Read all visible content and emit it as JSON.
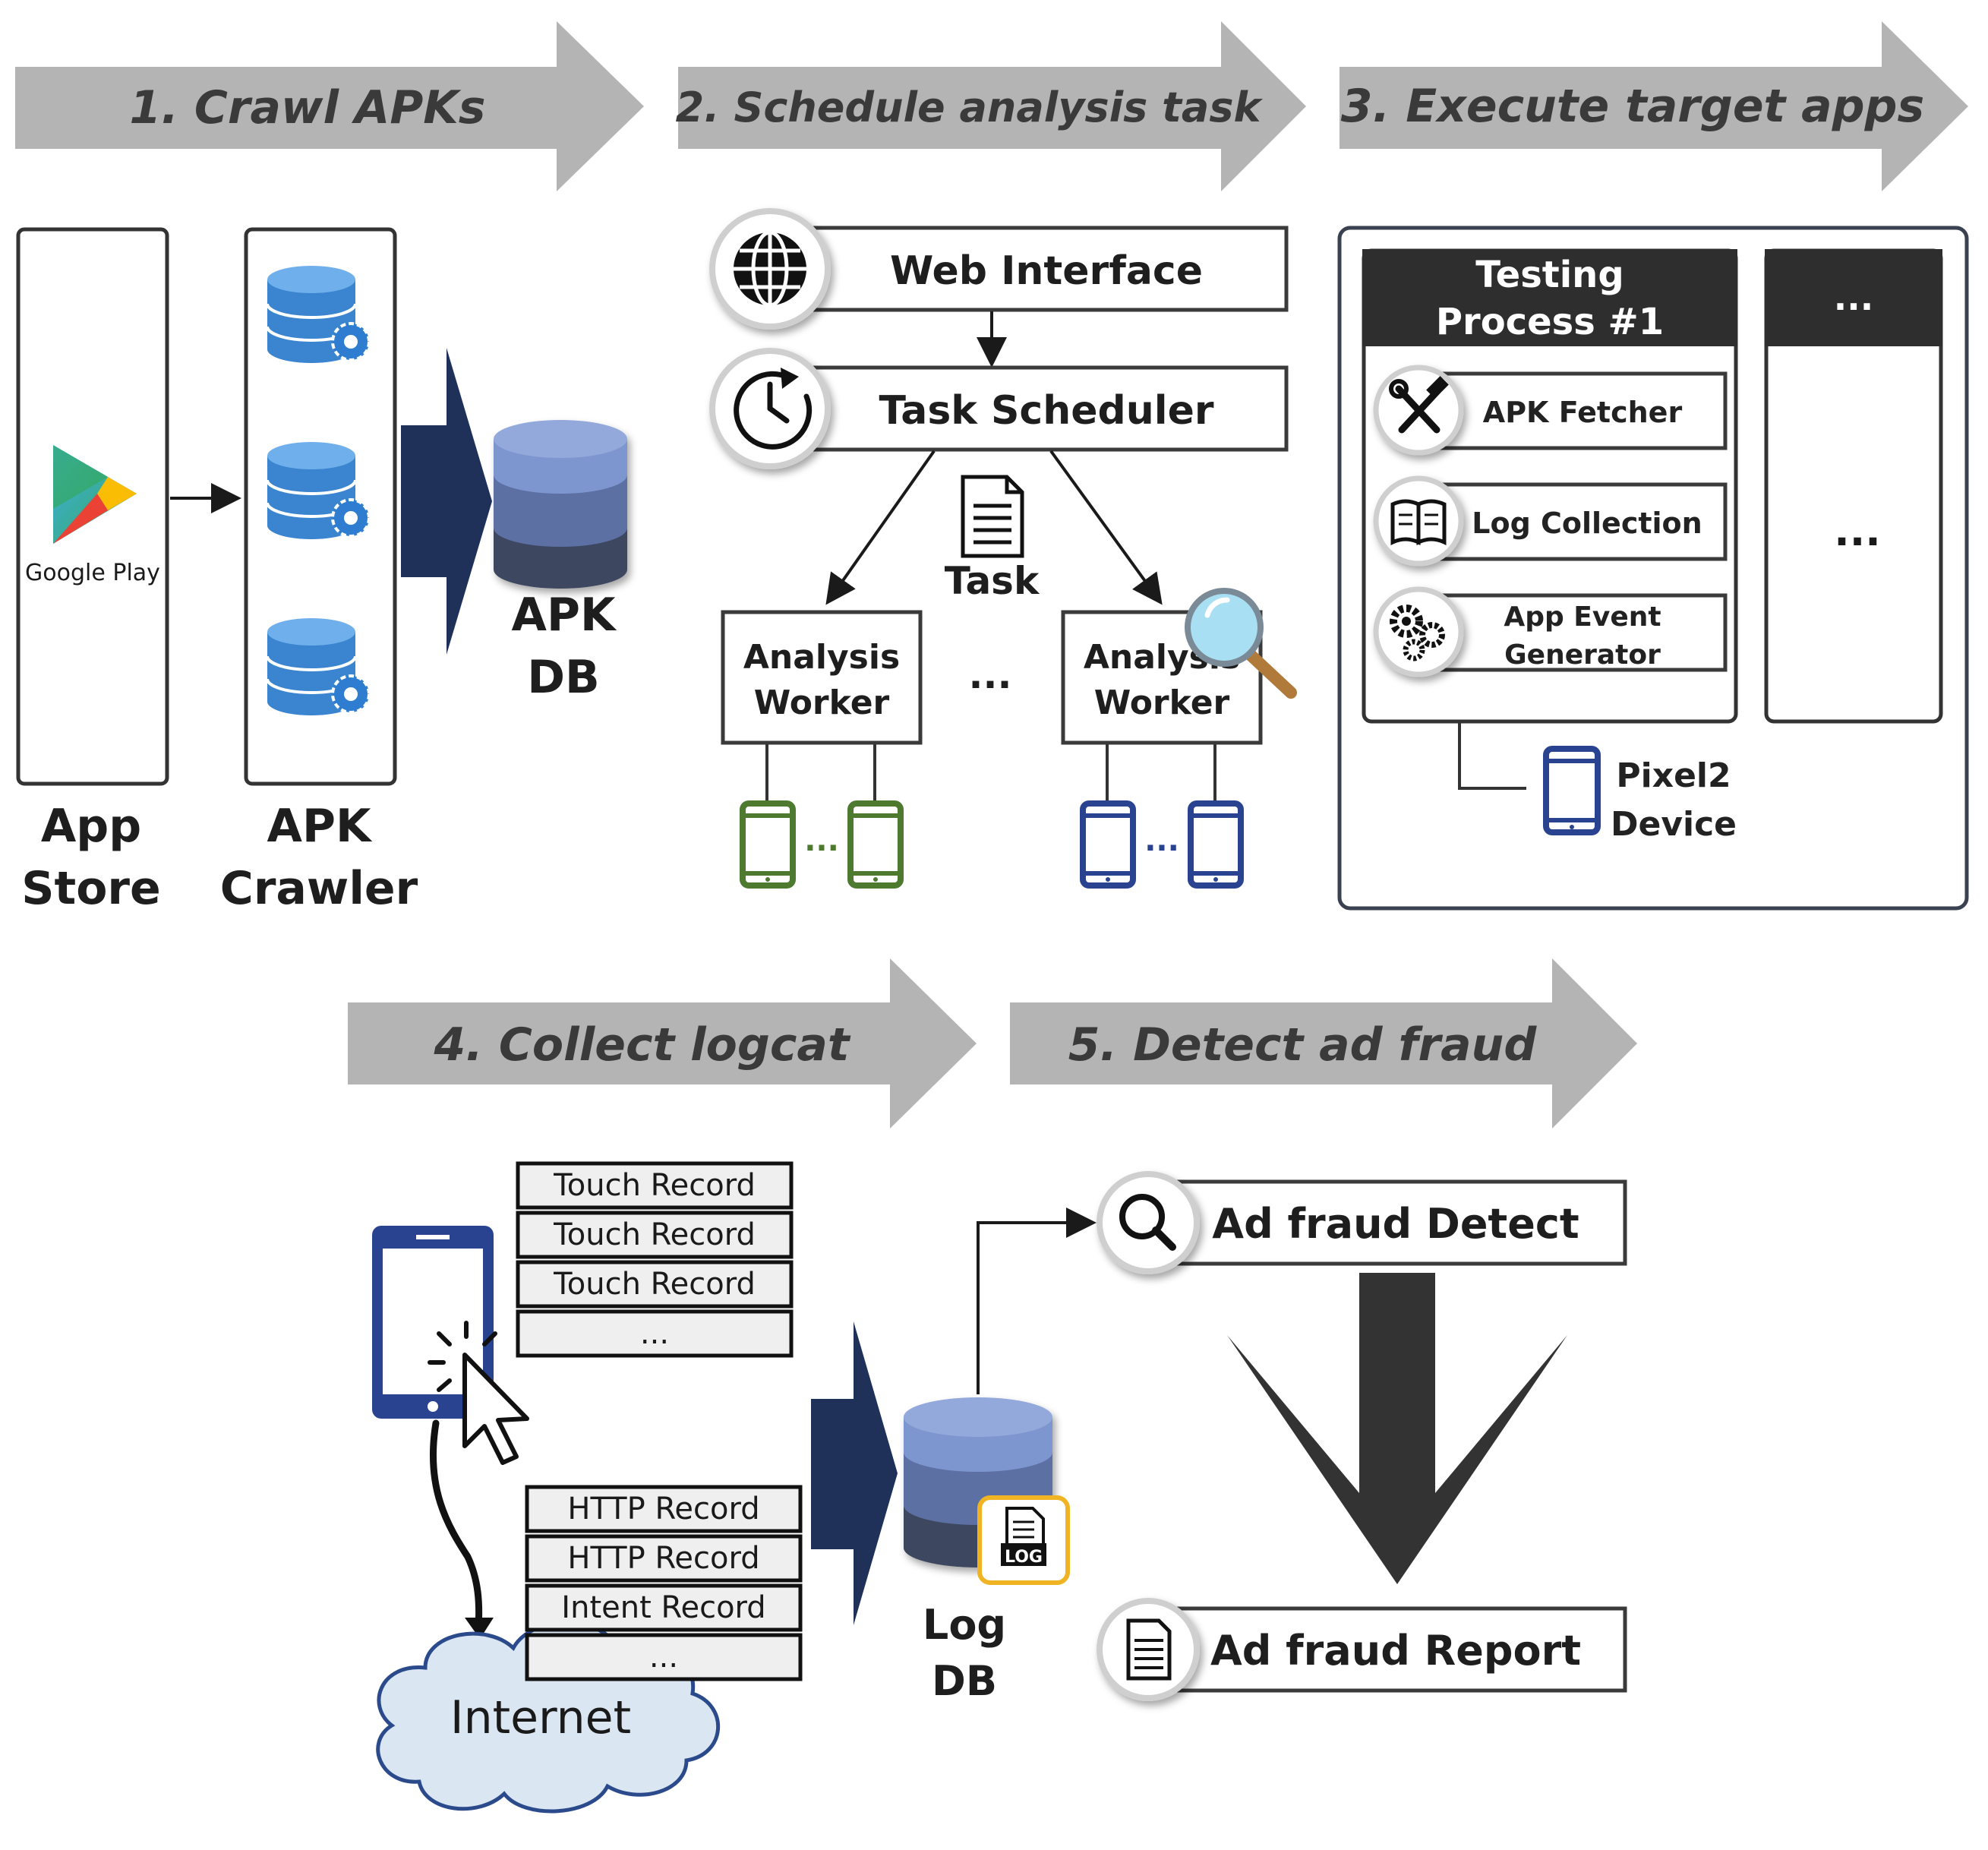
{
  "colors": {
    "step_arrow": "#b4b4b4",
    "navy": "#1f3158",
    "db_light": "#7e96cf",
    "db_mid": "#5b6fa3",
    "db_dark": "#3c465e",
    "android_green": "#4e7a30",
    "android_blue": "#2a4391",
    "dark_header": "#2e2e2e",
    "cloud_fill": "#dbe6f3",
    "cloud_stroke": "#2b4a8c",
    "log_badge": "#f0b323"
  },
  "steps": {
    "s1": "1. Crawl APKs",
    "s2": "2. Schedule analysis task",
    "s3": "3. Execute target apps",
    "s4": "4. Collect logcat",
    "s5": "5. Detect ad fraud"
  },
  "crawl": {
    "google_play": "Google Play",
    "app_store": [
      "App",
      "Store"
    ],
    "apk_crawler": [
      "APK",
      "Crawler"
    ],
    "apk_db": [
      "APK",
      "DB"
    ]
  },
  "schedule": {
    "web_interface": "Web Interface",
    "task_scheduler": "Task Scheduler",
    "task": "Task",
    "worker_1": [
      "Analysis",
      "Worker"
    ],
    "worker_2": [
      "Analysis",
      "Worker"
    ],
    "ellipsis": "...",
    "device_ellipsis": "..."
  },
  "execute": {
    "testing_process": [
      "Testing",
      "Process #1"
    ],
    "other_process": "...",
    "other_body": "...",
    "apk_fetcher": "APK Fetcher",
    "log_collection": "Log Collection",
    "app_event_generator": [
      "App Event",
      "Generator"
    ],
    "device": [
      "Pixel2",
      "Device"
    ]
  },
  "logcat": {
    "touch_records": [
      "Touch Record",
      "Touch Record",
      "Touch Record",
      "..."
    ],
    "net_records": [
      "HTTP Record",
      "HTTP Record",
      "Intent Record",
      "..."
    ],
    "internet": "Internet",
    "log_badge": "LOG",
    "log_db": [
      "Log",
      "DB"
    ]
  },
  "detect": {
    "ad_fraud_detect": "Ad fraud Detect",
    "ad_fraud_report": "Ad fraud Report"
  },
  "icons": [
    "google-play-icon",
    "database-gear-icon",
    "database-icon",
    "globe-icon",
    "clock-icon",
    "document-icon",
    "magnifier-icon",
    "phone-icon",
    "tools-icon",
    "book-icon",
    "gears-icon",
    "cursor-icon",
    "cloud-icon",
    "log-file-icon",
    "search-icon",
    "report-icon",
    "down-arrow-icon"
  ]
}
